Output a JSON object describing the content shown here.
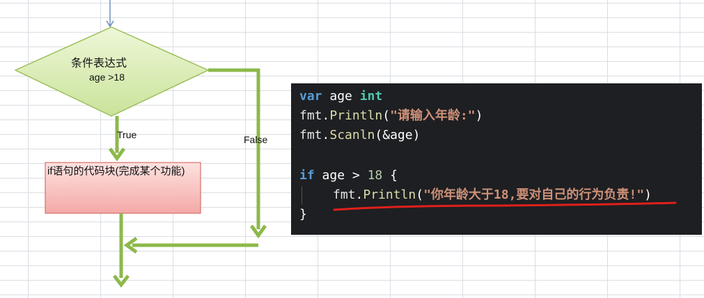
{
  "flowchart": {
    "condition_title": "条件表达式",
    "condition_expr": "age >18",
    "true_label": "True",
    "false_label": "False",
    "block_text": "if语句的代码块(完成某个功能)"
  },
  "code": {
    "line1": {
      "kw": "var",
      "id": "age",
      "type": "int"
    },
    "line2": {
      "pkg": "fmt",
      "fn": "Println",
      "str": "\"请输入年龄:\""
    },
    "line3": {
      "pkg": "fmt",
      "fn": "Scanln",
      "args": "(&age)"
    },
    "line5": {
      "kw": "if",
      "id": "age",
      "op": ">",
      "num": "18",
      "brace": "{"
    },
    "line6": {
      "pkg": "fmt",
      "fn": "Println",
      "str": "\"你年龄大于18,要对自己的行为负责!\""
    },
    "line7": {
      "brace": "}"
    }
  },
  "colors": {
    "diamond_fill": "#d8ecb0",
    "block_fill": "#f8c6c4",
    "arrow_green": "#8db84a",
    "underline_red": "#e0201a"
  }
}
